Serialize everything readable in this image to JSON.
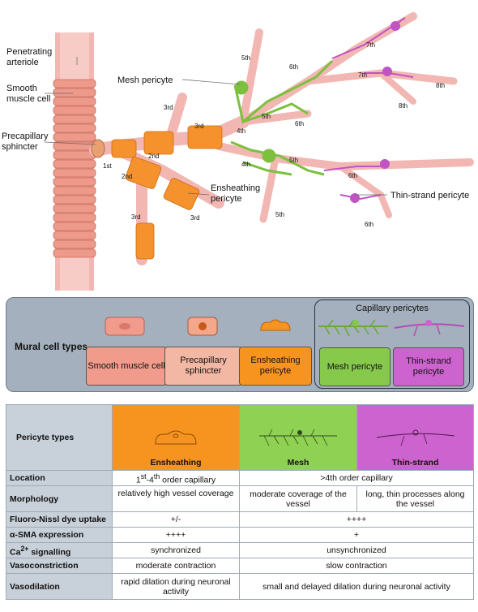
{
  "diagram": {
    "labels": {
      "penetrating_arteriole": "Penetrating arteriole",
      "smooth_muscle_cell": "Smooth muscle cell",
      "precapillary_sphincter": "Precapillary sphincter",
      "mesh_pericyte": "Mesh pericyte",
      "ensheathing_pericyte": "Ensheathing pericyte",
      "thin_strand_pericyte": "Thin-strand pericyte"
    },
    "orders": {
      "o1": "1st",
      "o2": "2nd",
      "o3": "3rd",
      "o4": "4th",
      "o5": "5th",
      "o6": "6th",
      "o7": "7th",
      "o8": "8th"
    },
    "colors": {
      "vessel": "#f2b7b3",
      "smooth_muscle": "#f09b8c",
      "sphincter": "#e8a88a",
      "ensheathing": "#f5922e",
      "mesh": "#8cd04f",
      "thin_strand": "#c557c7"
    }
  },
  "mural_panel": {
    "title": "Mural cell types",
    "capillary_group": "Capillary pericytes",
    "cells": [
      {
        "label": "Smooth muscle cell",
        "color": "#f09b8c"
      },
      {
        "label": "Precapillary sphincter",
        "color": "#f3b8a4"
      },
      {
        "label": "Ensheathing pericyte",
        "color": "#f7941f"
      },
      {
        "label": "Mesh pericyte",
        "color": "#86c94b"
      },
      {
        "label": "Thin-strand pericyte",
        "color": "#cd63ce"
      }
    ]
  },
  "table": {
    "header_label": "Pericyte types",
    "types": [
      {
        "name": "Ensheathing",
        "color": "#f7941f"
      },
      {
        "name": "Mesh",
        "color": "#8fd153"
      },
      {
        "name": "Thin-strand",
        "color": "#cd63ce"
      }
    ],
    "rows": {
      "location": {
        "label": "Location",
        "ens_pre": "1",
        "ens_sup1": "st",
        "ens_mid": "-4",
        "ens_sup2": "th",
        "ens_post": " order capillary",
        "other": ">4th order capillary"
      },
      "morphology": {
        "label": "Morphology",
        "ens": "relatively high vessel coverage",
        "mesh": "moderate coverage of the vessel",
        "thin": "long, thin processes along the vessel"
      },
      "fluoro": {
        "label": "Fluoro-Nissl dye uptake",
        "ens": "+/-",
        "other": "++++"
      },
      "sma": {
        "label": "α-SMA expression",
        "ens": "++++",
        "other": "+"
      },
      "ca": {
        "label_pre": "Ca",
        "label_sup": "2+",
        "label_post": " signalling",
        "ens": "synchronized",
        "other": "unsynchronized"
      },
      "vasoconstriction": {
        "label": "Vasoconstriction",
        "ens": "moderate contraction",
        "other": "slow contraction"
      },
      "vasodilation": {
        "label": "Vasodilation",
        "ens": "rapid dilation during neuronal activity",
        "other": "small and delayed dilation during neuronal activity"
      }
    }
  }
}
